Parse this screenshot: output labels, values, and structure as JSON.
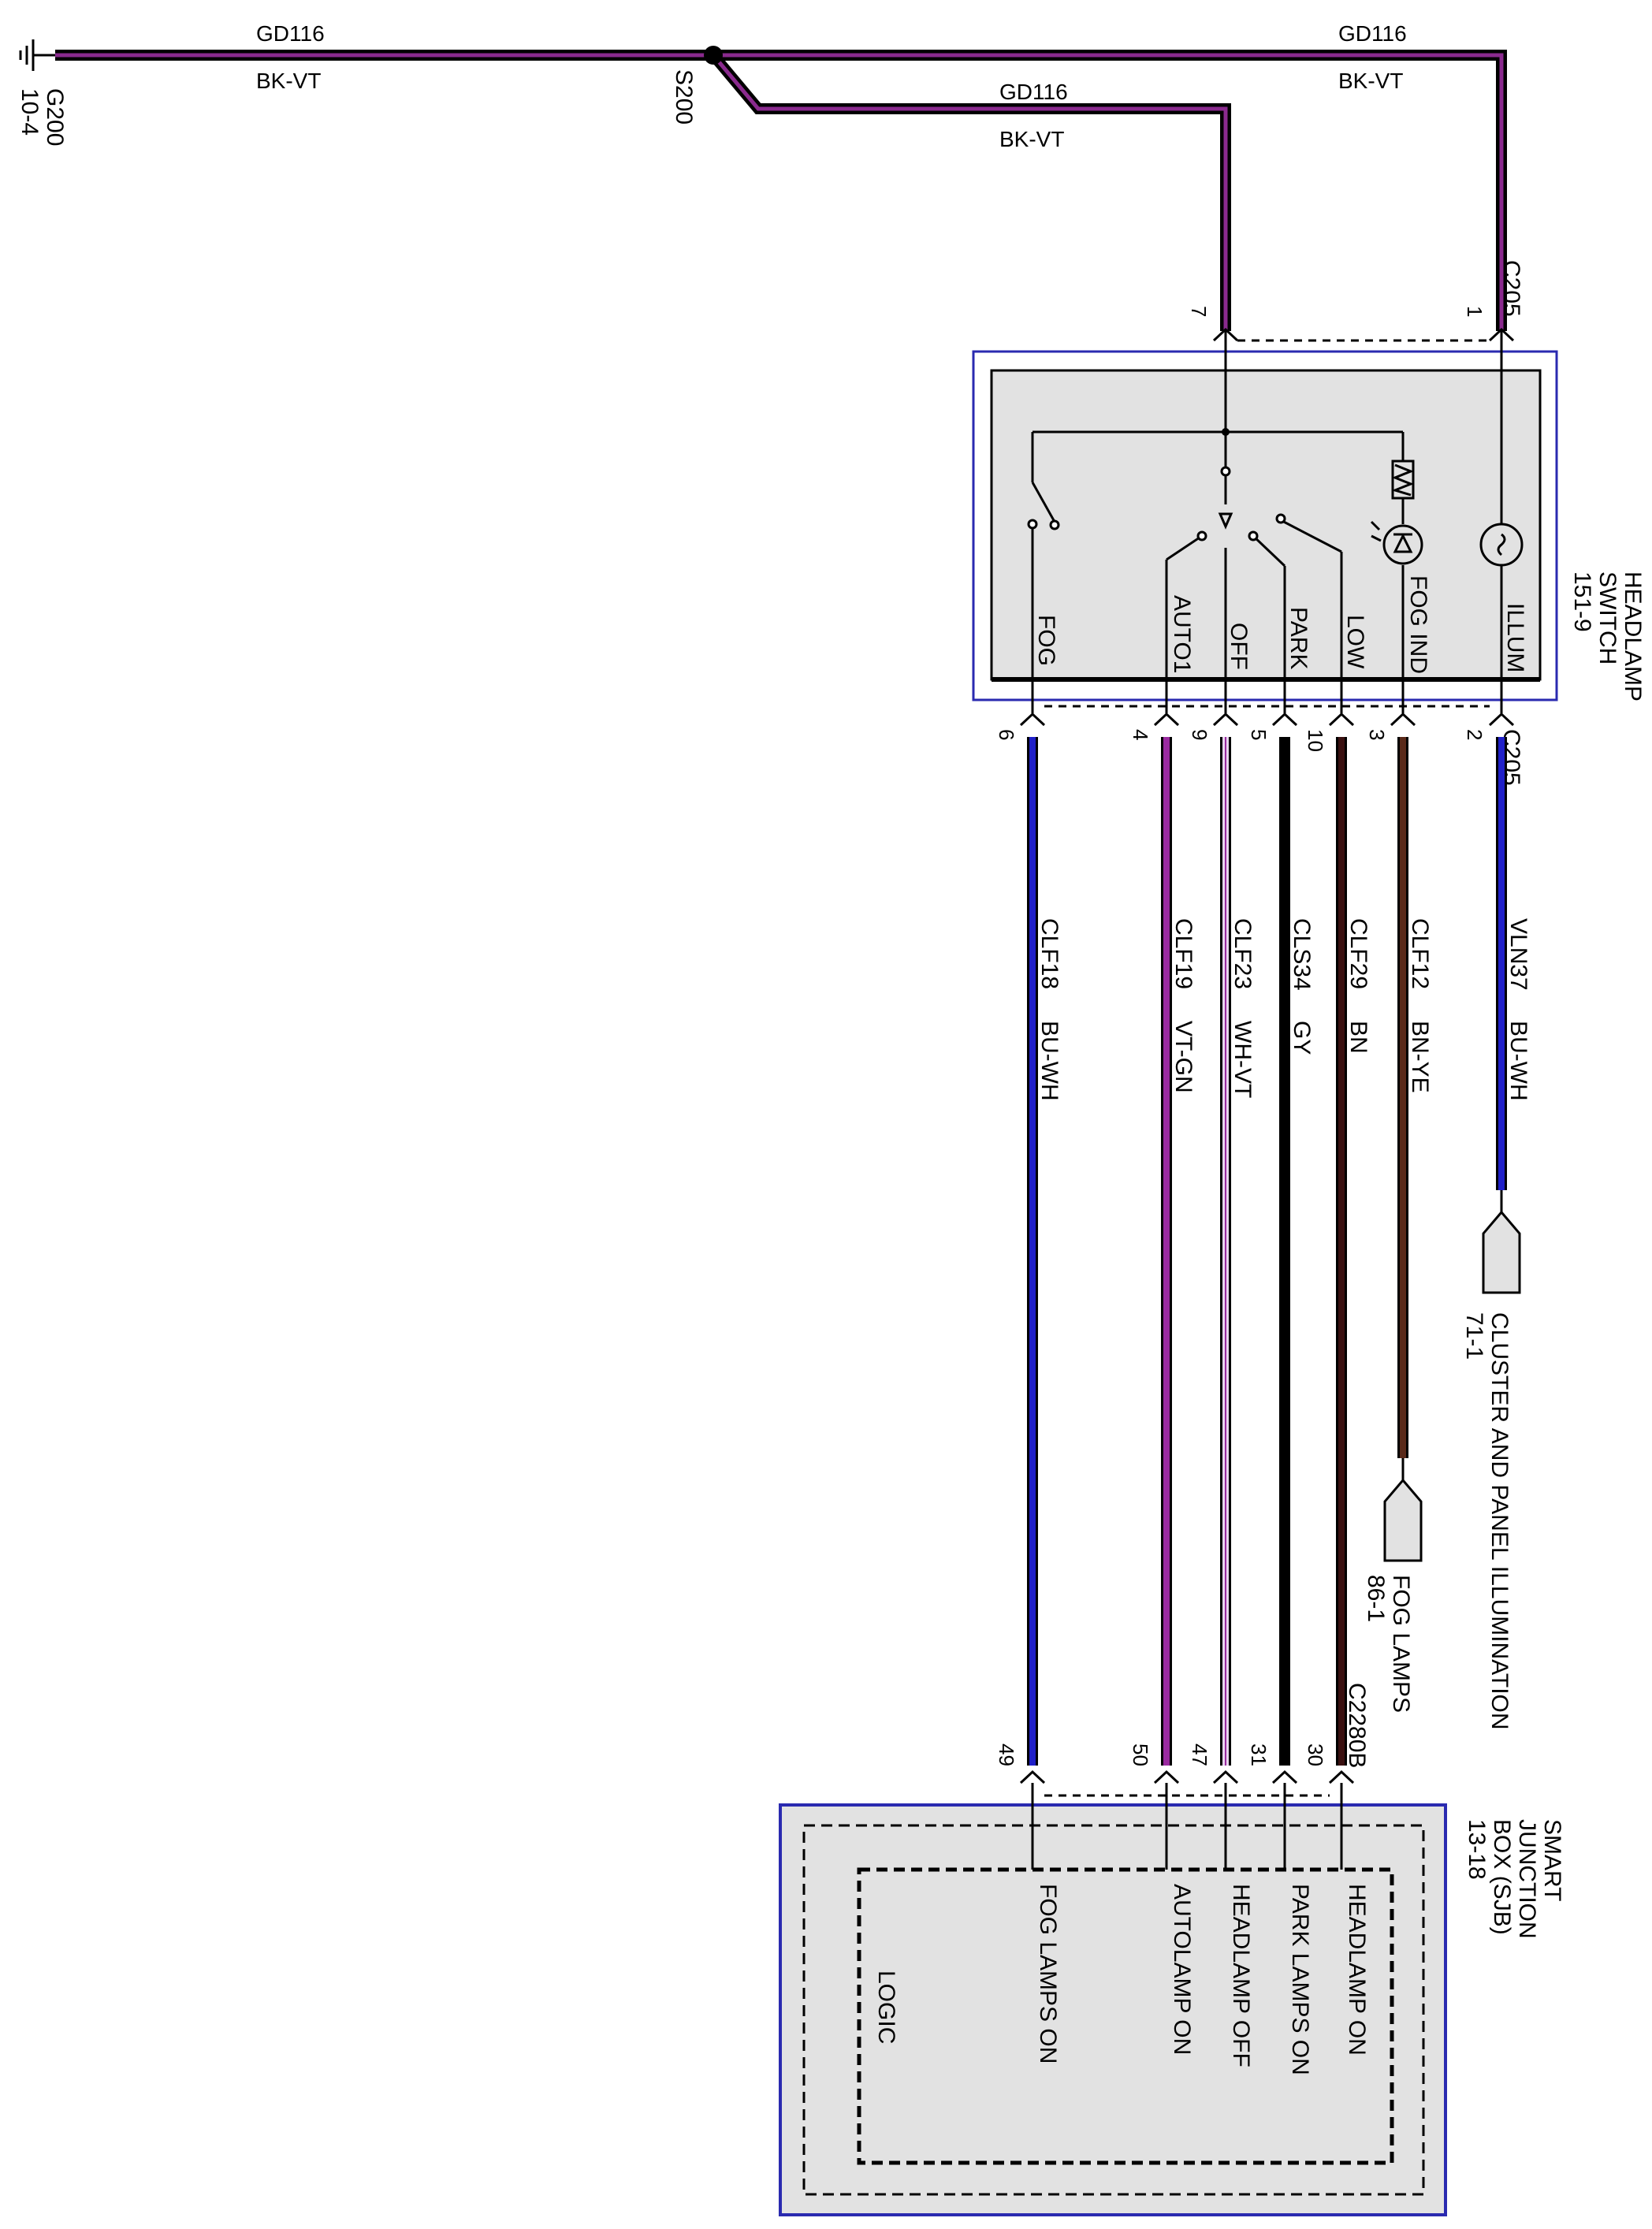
{
  "ground": {
    "name": "G200",
    "ref": "10-4"
  },
  "splice": {
    "name": "S200"
  },
  "ground_wires": [
    {
      "circuit": "GD116",
      "color": "BK-VT"
    },
    {
      "circuit": "GD116",
      "color": "BK-VT"
    },
    {
      "circuit": "GD116",
      "color": "BK-VT"
    }
  ],
  "headlamp_switch": {
    "title_line1": "HEADLAMP",
    "title_line2": "SWITCH",
    "ref": "151-9",
    "connector_top": "C205",
    "connector_bottom": "C205",
    "top_pins": [
      "7",
      "1"
    ],
    "positions": [
      "FOG",
      "AUTO1",
      "OFF",
      "PARK",
      "LOW",
      "FOG IND",
      "ILLUM"
    ]
  },
  "wires": [
    {
      "pin_top": "6",
      "circuit": "CLF18",
      "color": "BU-WH",
      "pin_bottom": "49"
    },
    {
      "pin_top": "4",
      "circuit": "CLF19",
      "color": "VT-GN",
      "pin_bottom": "50"
    },
    {
      "pin_top": "9",
      "circuit": "CLF23",
      "color": "WH-VT",
      "pin_bottom": "47"
    },
    {
      "pin_top": "5",
      "circuit": "CLS34",
      "color": "GY",
      "pin_bottom": "31"
    },
    {
      "pin_top": "10",
      "circuit": "CLF29",
      "color": "BN",
      "pin_bottom": "30"
    },
    {
      "pin_top": "3",
      "circuit": "CLF12",
      "color": "BN-YE"
    },
    {
      "pin_top": "2",
      "circuit": "VLN37",
      "color": "BU-WH"
    }
  ],
  "destinations": {
    "cluster": {
      "label": "CLUSTER AND PANEL ILLUMINATION",
      "ref": "71-1"
    },
    "fog_lamps": {
      "label": "FOG LAMPS",
      "ref": "86-1"
    }
  },
  "sjb": {
    "title_line1": "SMART",
    "title_line2": "JUNCTION",
    "title_line3": "BOX (SJB)",
    "ref": "13-18",
    "connector": "C2280B",
    "logic_label": "LOGIC",
    "inputs": [
      "FOG LAMPS ON",
      "AUTOLAMP ON",
      "HEADLAMP OFF",
      "PARK LAMPS ON",
      "HEADLAMP ON"
    ]
  },
  "colors": {
    "BK-VT": "#5a1a5e",
    "BU-WH": "#2020c8",
    "VT-GN": "#9a2aa0",
    "WH-VT": "#c8a0d0",
    "GY": "#151515",
    "BN": "#3a1010",
    "BN-YE": "#4a2418",
    "box_border": "#2a2ab0",
    "box_fill": "#e2e2e2"
  }
}
